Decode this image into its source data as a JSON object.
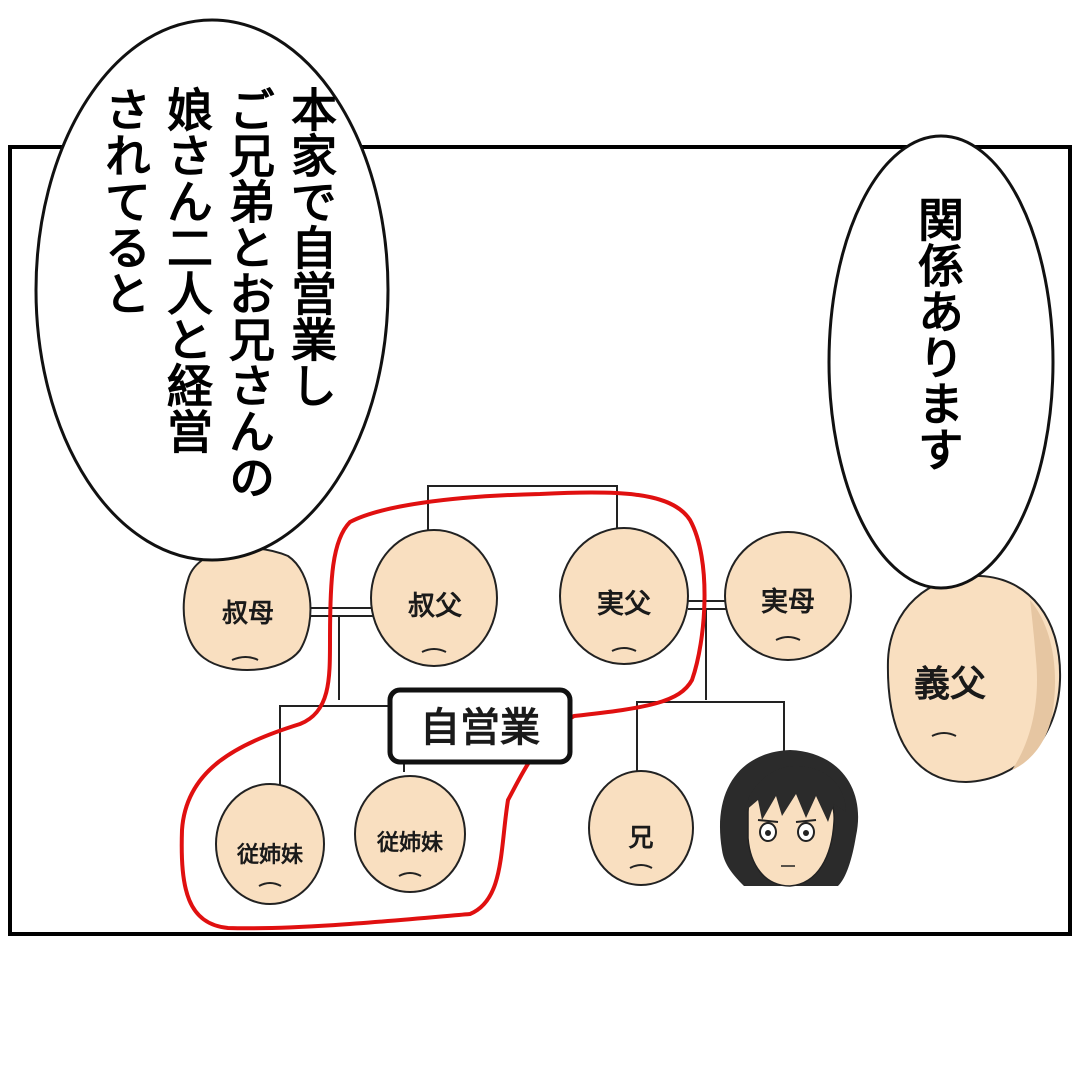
{
  "bubbles": {
    "left_lines": [
      "本家で自営業し",
      "ご兄弟とお兄さんの",
      "娘さん二人と経営",
      "されてると"
    ],
    "right_text": "関係あります"
  },
  "family_tree": {
    "business_label": "自営業",
    "people": {
      "aunt": "叔母",
      "uncle": "叔父",
      "father": "実父",
      "mother": "実母",
      "cousin_1": "従姉妹",
      "cousin_2": "従姉妹",
      "brother": "兄",
      "father_in_law": "義父"
    }
  },
  "colors": {
    "skin": "#f9dfc0",
    "skin_shadow": "#e6c6a2",
    "highlight_red": "#e01010",
    "line": "#222222",
    "hair": "#2b2b2b"
  }
}
